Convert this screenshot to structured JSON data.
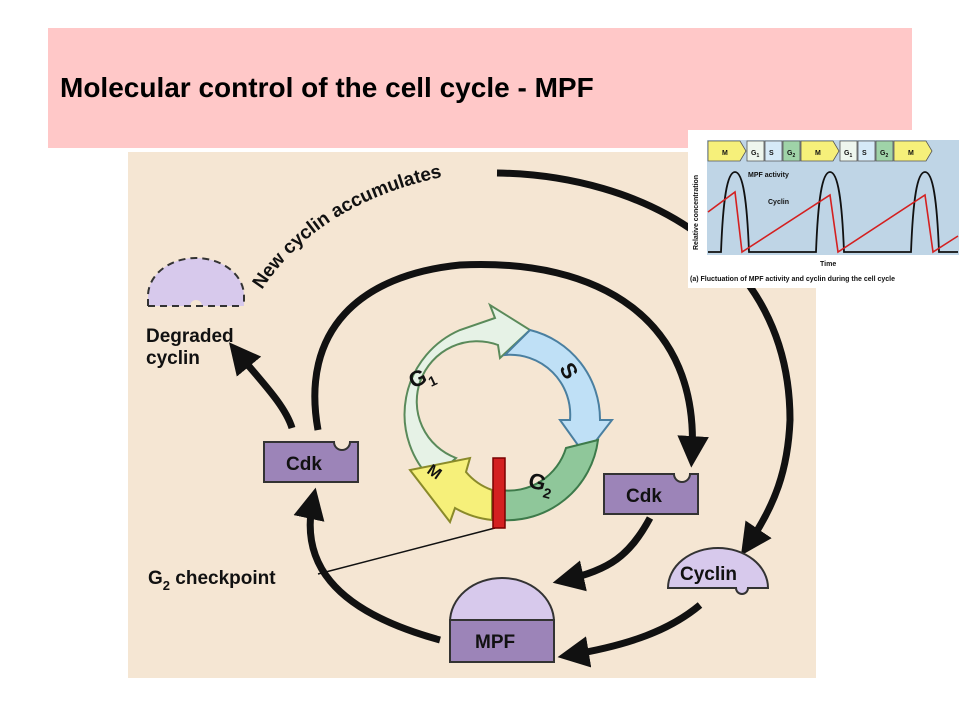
{
  "slide": {
    "title": "Molecular control of the cell cycle - MPF"
  },
  "colors": {
    "title_background": "#ffc8c8",
    "diagram_background": "#f5e6d3",
    "cdk": "#9c84b8",
    "cyclin": "#d7c9ec",
    "checkpoint_bar": "#d42020",
    "phase_g1": "#e6f2e6",
    "phase_s": "#bfe0f6",
    "phase_g2": "#8fc79a",
    "phase_m": "#f6f07a",
    "cyclin_line": "#d42020"
  },
  "diagram": {
    "arc_label": "New cyclin accumulates",
    "degraded_cyclin_line1": "Degraded",
    "degraded_cyclin_line2": "cyclin",
    "cdk_left": "Cdk",
    "cdk_right": "Cdk",
    "cyclin": "Cyclin",
    "mpf": "MPF",
    "checkpoint_g": "G",
    "checkpoint_sub": "2",
    "checkpoint_rest": " checkpoint",
    "phases": {
      "g1": "G",
      "g1_sub": "1",
      "s": "S",
      "g2": "G",
      "g2_sub": "2",
      "m": "M"
    }
  },
  "inset": {
    "phase_strip": [
      {
        "label": "M",
        "sub": ""
      },
      {
        "label": "G",
        "sub": "1"
      },
      {
        "label": "S",
        "sub": ""
      },
      {
        "label": "G",
        "sub": "2"
      },
      {
        "label": "M",
        "sub": ""
      },
      {
        "label": "G",
        "sub": "1"
      },
      {
        "label": "S",
        "sub": ""
      },
      {
        "label": "G",
        "sub": "2"
      },
      {
        "label": "M",
        "sub": ""
      }
    ],
    "y_axis_label": "Relative concentration",
    "mpf_label": "MPF activity",
    "cyclin_label": "Cyclin",
    "x_axis_label": "Time",
    "caption": "(a) Fluctuation of MPF activity and cyclin during the cell cycle"
  }
}
